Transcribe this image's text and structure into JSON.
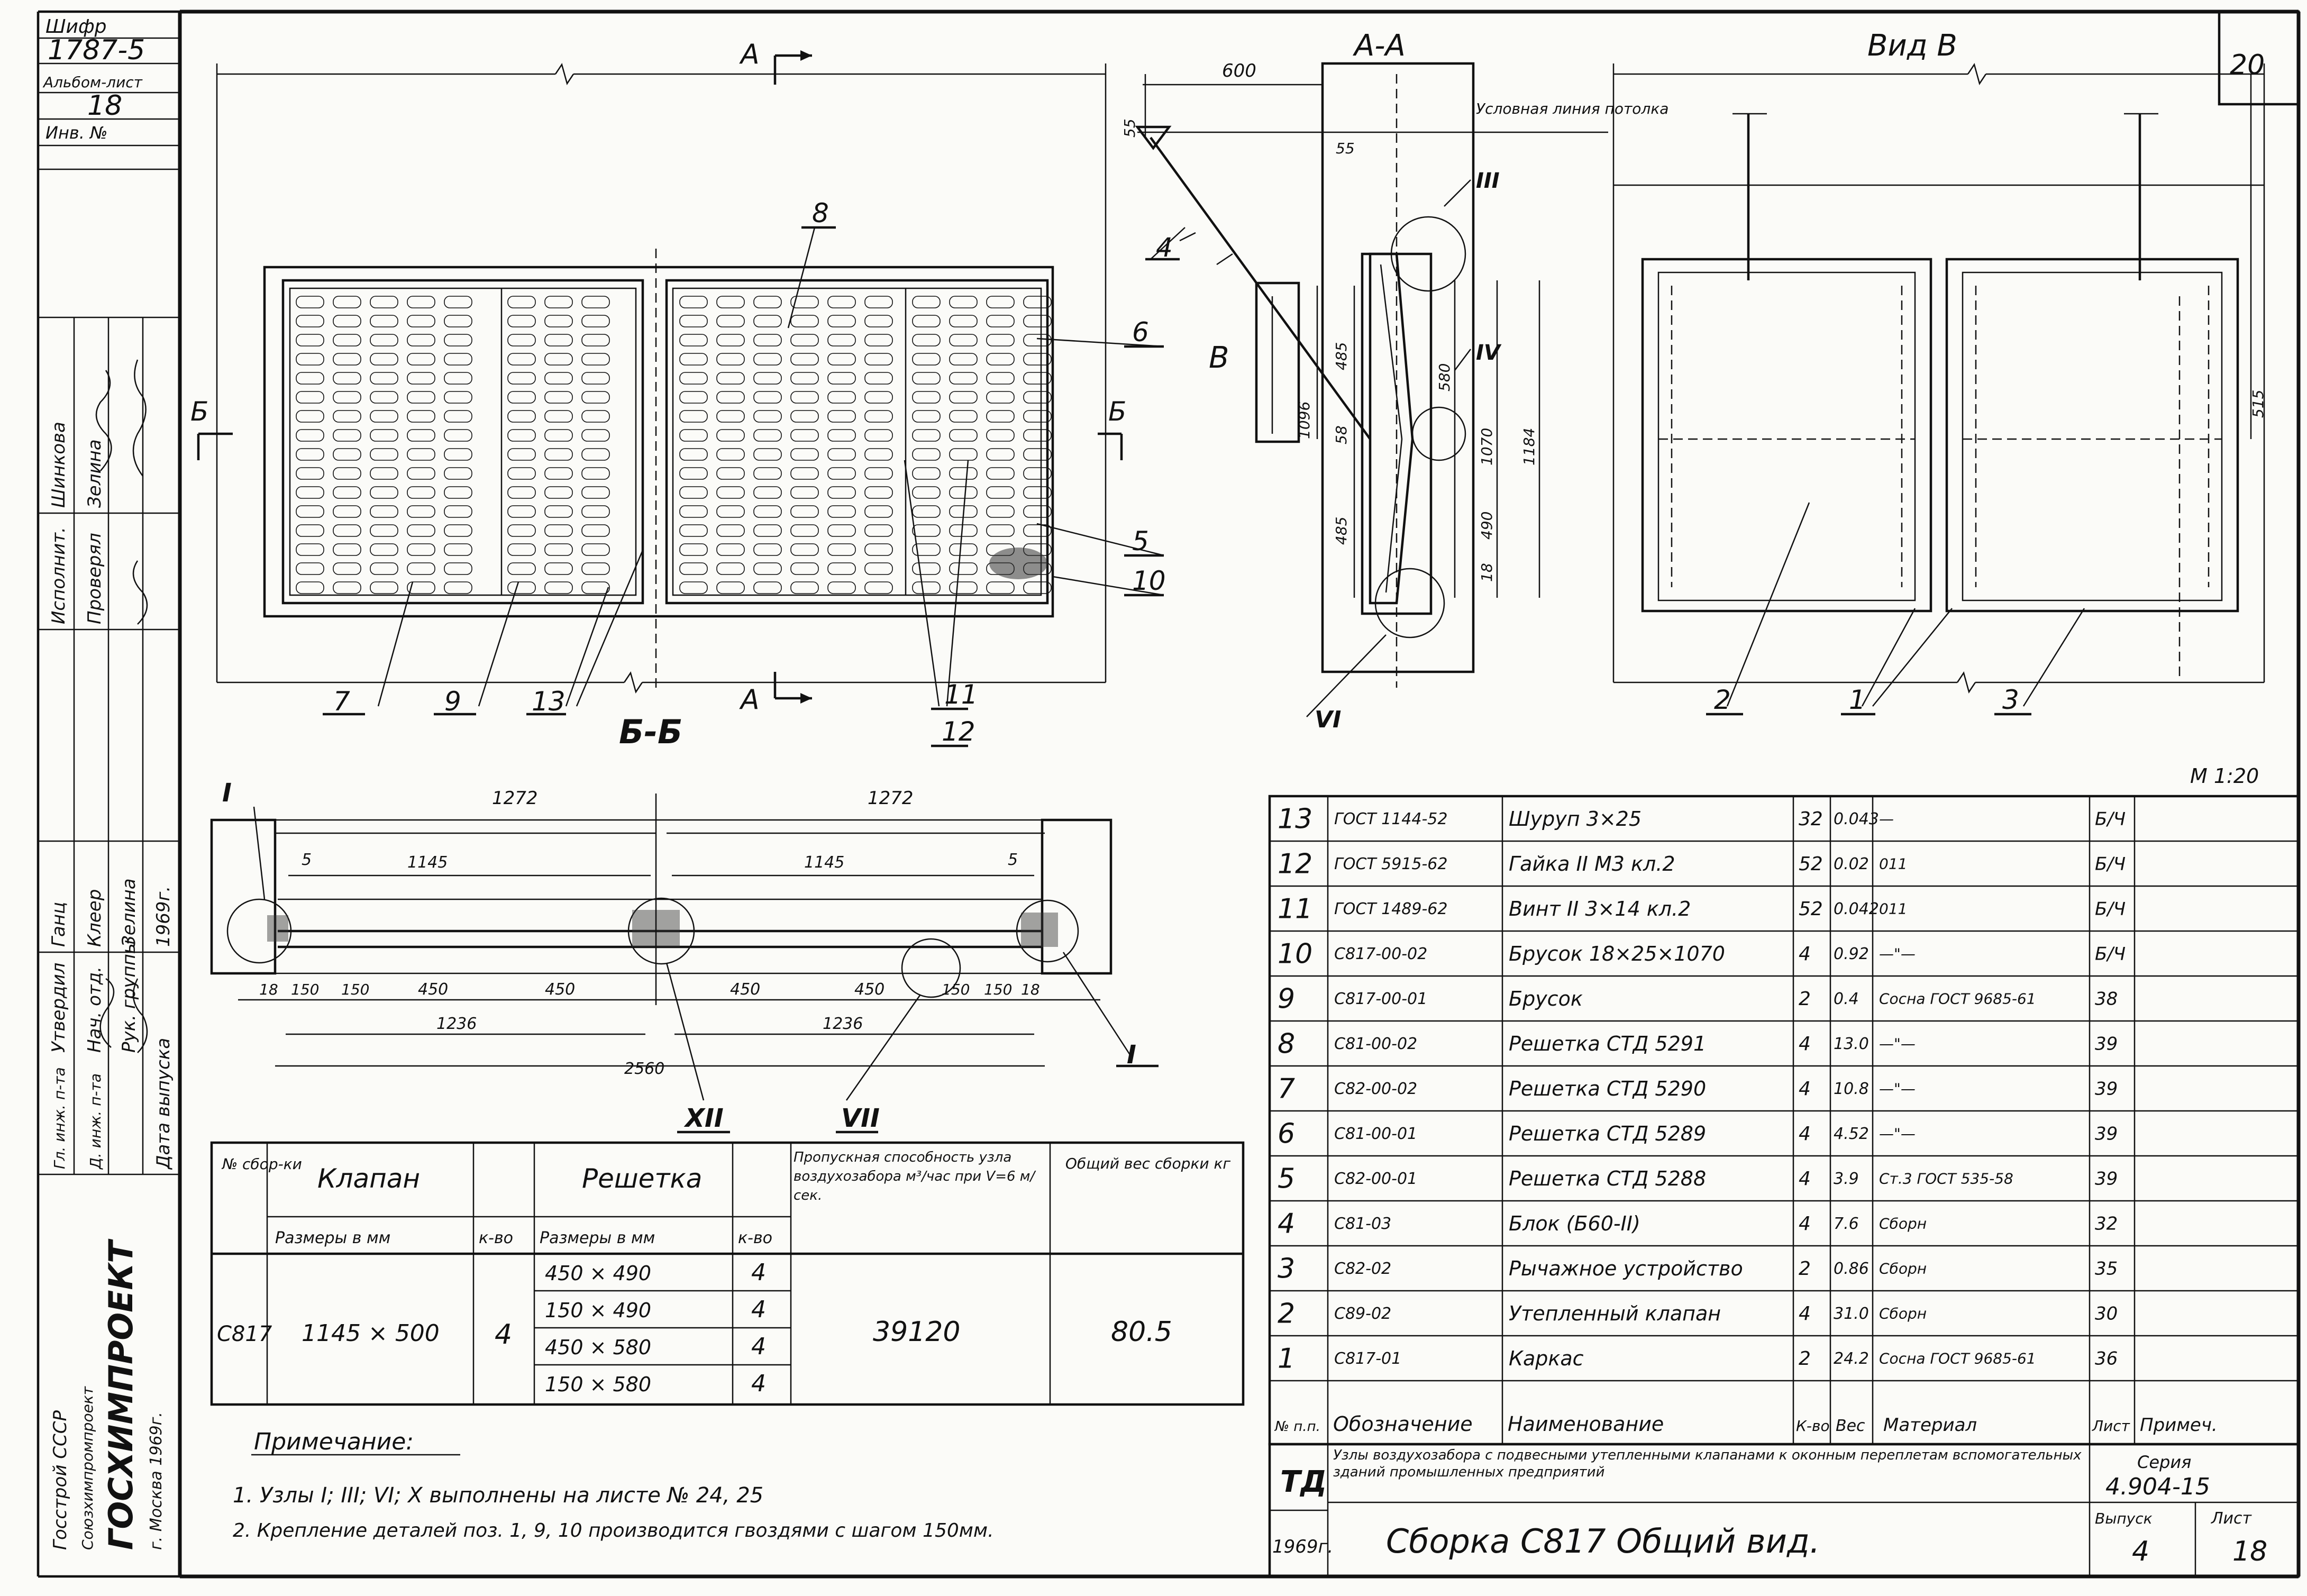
{
  "title_block": {
    "code_label": "Шифр",
    "code": "1787-5",
    "album_sheet_label": "Альбом-лист",
    "album_sheet": "18",
    "inv_label": "Инв. №",
    "sheet_index": "20",
    "org_name": "ГОСХИМПРОЕКТ",
    "org_sub": "Союзхимпромпроект",
    "org_city": "г. Москва 1969г.",
    "org_top": "Госстрой СССР",
    "seria_label": "Серия",
    "seria": "4.904-15",
    "td": "ТД",
    "descr": "Узлы воздухозабора с подвесными утепленными клапанами к оконным переплетам вспомогательных зданий промышленных предприятий",
    "year": "1969г.",
    "drawing_name": "Сборка С817 Общий вид.",
    "vypusk_label": "Выпуск",
    "vypusk": "4",
    "list_label": "Лист",
    "list": "18"
  },
  "signatures": {
    "rows": [
      {
        "role": "Исполнит.",
        "name": "Шинкова"
      },
      {
        "role": "Проверял",
        "name": "Зелина"
      },
      {
        "role": "Утвердил",
        "name": "Ганц"
      },
      {
        "role": "Нач. отд.",
        "name": "Клеер"
      },
      {
        "role": "Рук. группы",
        "name": "Зелина"
      },
      {
        "role": "Дата выпуска",
        "name": "1969г."
      }
    ],
    "left_labels": [
      "Гл. инж. п-та",
      "Д. инж. п-та"
    ]
  },
  "views": {
    "front_label": "Б-Б",
    "section_aa": "А-А",
    "view_v": "Вид В",
    "scale": "М 1:20",
    "cut_a": "А",
    "cut_b": "Б",
    "ceiling_note": "Условная линия потолка",
    "dims": {
      "d600": "600",
      "d55": "55",
      "d55b": "55",
      "d1096": "1096",
      "d485a": "485",
      "d485b": "485",
      "d58": "58",
      "d580": "580",
      "d1070": "1070",
      "d1184": "1184",
      "d490": "490",
      "d18": "18",
      "d515": "515",
      "d1272a": "1272",
      "d1272b": "1272",
      "d1145a": "1145",
      "d1145b": "1145",
      "d5a": "5",
      "d5b": "5",
      "d18b": "18",
      "d150a": "150",
      "d150b": "150",
      "d450a": "450",
      "d450b": "450",
      "d450c": "450",
      "d450d": "450",
      "d150c": "150",
      "d150d": "150",
      "d18c": "18",
      "d1236a": "1236",
      "d1236b": "1236",
      "d2560": "2560"
    },
    "callouts": [
      "1",
      "2",
      "3",
      "4",
      "5",
      "6",
      "7",
      "8",
      "9",
      "10",
      "11",
      "12",
      "13",
      "В"
    ],
    "nodes": [
      "I",
      "I",
      "III",
      "IV",
      "VI",
      "VII",
      "XII"
    ]
  },
  "assembly_table": {
    "headers": {
      "num": "№ сбор-ки",
      "klapan": "Клапан",
      "klapan_size": "Размеры в мм",
      "klapan_qty": "к-во",
      "reshetka": "Решетка",
      "resh_size": "Размеры в мм",
      "resh_qty": "к-во",
      "capacity": "Пропускная способность узла воздухозабора м³/час при V=6 м/сек.",
      "weight": "Общий вес сборки кг"
    },
    "row": {
      "num": "С817",
      "klapan_size": "1145 × 500",
      "klapan_qty": "4",
      "capacity": "39120",
      "weight": "80.5",
      "grilles": [
        {
          "size": "450 × 490",
          "qty": "4"
        },
        {
          "size": "150 × 490",
          "qty": "4"
        },
        {
          "size": "450 × 580",
          "qty": "4"
        },
        {
          "size": "150 × 580",
          "qty": "4"
        }
      ]
    }
  },
  "notes": {
    "title": "Примечание:",
    "lines": [
      "1. Узлы I; III; VI; X выполнены на листе № 24, 25",
      "2. Крепление деталей поз. 1, 9, 10 производится гвоздями с шагом 150мм."
    ]
  },
  "spec_table": {
    "headers": {
      "pos": "№ п.п.",
      "code": "Обозначение",
      "name": "Наименование",
      "qty": "К-во",
      "weight": "Вес",
      "material": "Материал",
      "sheet": "Лист",
      "note": "Примеч."
    },
    "rows": [
      {
        "pos": "13",
        "code": "ГОСТ 1144-52",
        "name": "Шуруп 3×25",
        "qty": "32",
        "w": "0.043",
        "mat": "—",
        "sheet": "Б/Ч"
      },
      {
        "pos": "12",
        "code": "ГОСТ 5915-62",
        "name": "Гайка II М3 кл.2",
        "qty": "52",
        "w": "0.02",
        "mat": "011",
        "sheet": "Б/Ч"
      },
      {
        "pos": "11",
        "code": "ГОСТ 1489-62",
        "name": "Винт II 3×14 кл.2",
        "qty": "52",
        "w": "0.042",
        "mat": "011",
        "sheet": "Б/Ч"
      },
      {
        "pos": "10",
        "code": "С817-00-02",
        "name": "Брусок 18×25×1070",
        "qty": "4",
        "w": "0.92",
        "mat": "—\"—",
        "sheet": "Б/Ч"
      },
      {
        "pos": "9",
        "code": "С817-00-01",
        "name": "Брусок",
        "qty": "2",
        "w": "0.4",
        "mat": "Сосна ГОСТ 9685-61",
        "sheet": "38"
      },
      {
        "pos": "8",
        "code": "С81-00-02",
        "name": "Решетка СТД 5291",
        "qty": "4",
        "w": "13.0",
        "mat": "—\"—",
        "sheet": "39"
      },
      {
        "pos": "7",
        "code": "С82-00-02",
        "name": "Решетка СТД 5290",
        "qty": "4",
        "w": "10.8",
        "mat": "—\"—",
        "sheet": "39"
      },
      {
        "pos": "6",
        "code": "С81-00-01",
        "name": "Решетка СТД 5289",
        "qty": "4",
        "w": "4.52",
        "mat": "—\"—",
        "sheet": "39"
      },
      {
        "pos": "5",
        "code": "С82-00-01",
        "name": "Решетка СТД 5288",
        "qty": "4",
        "w": "3.9",
        "mat": "Ст.3 ГОСТ 535-58",
        "sheet": "39"
      },
      {
        "pos": "4",
        "code": "С81-03",
        "name": "Блок (Б60-II)",
        "qty": "4",
        "w": "7.6",
        "mat": "Сборн",
        "sheet": "32"
      },
      {
        "pos": "3",
        "code": "С82-02",
        "name": "Рычажное устройство",
        "qty": "2",
        "w": "0.86",
        "mat": "Сборн",
        "sheet": "35"
      },
      {
        "pos": "2",
        "code": "С89-02",
        "name": "Утепленный клапан",
        "qty": "4",
        "w": "31.0",
        "mat": "Сборн",
        "sheet": "30"
      },
      {
        "pos": "1",
        "code": "С817-01",
        "name": "Каркас",
        "qty": "2",
        "w": "24.2",
        "mat": "Сосна ГОСТ 9685-61",
        "sheet": "36"
      }
    ]
  }
}
